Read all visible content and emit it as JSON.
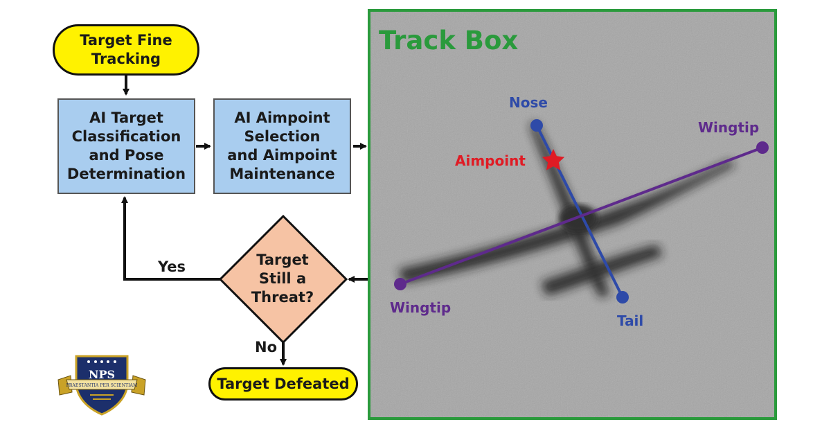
{
  "flowchart": {
    "start": "Target Fine\nTracking",
    "classify": "AI Target\nClassification\nand Pose\nDetermination",
    "aimpoint": "AI Aimpoint\nSelection\nand Aimpoint\nMaintenance",
    "decision": "Target\nStill a\nThreat?",
    "yes_label": "Yes",
    "no_label": "No",
    "end": "Target Defeated"
  },
  "track_box": {
    "title": "Track Box",
    "labels": {
      "nose": "Nose",
      "tail": "Tail",
      "wingtip_right": "Wingtip",
      "wingtip_left": "Wingtip",
      "aimpoint": "Aimpoint"
    },
    "colors": {
      "border": "#2a9a3c",
      "fuselage_line": "#2e4aa8",
      "wing_line": "#5e2a8c",
      "aimpoint_star": "#e01b24"
    }
  },
  "logo": {
    "text": "NPS",
    "motto": "PRAESTANTIA PER SCIENTIAM"
  }
}
